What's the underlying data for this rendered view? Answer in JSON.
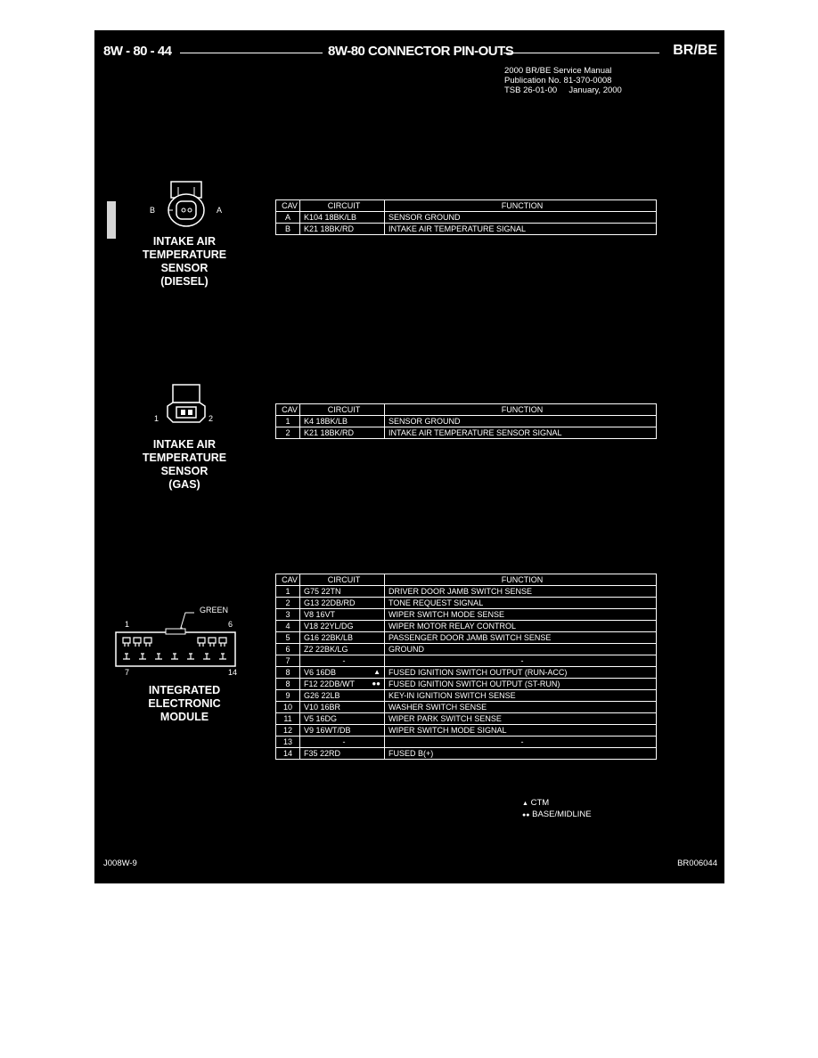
{
  "header": {
    "section": "8W - 80 - 44",
    "title": "8W-80 CONNECTOR PIN-OUTS",
    "model": "BR/BE"
  },
  "publication": [
    "2000 BR/BE Service Manual",
    "Publication No. 81-370-0008",
    "TSB 26-01-00     January, 2000"
  ],
  "connectors": [
    {
      "name_lines": [
        "INTAKE AIR",
        "TEMPERATURE SENSOR",
        "(DIESEL)"
      ],
      "pin_left": "B",
      "pin_right": "A",
      "columns": [
        "CAV",
        "CIRCUIT",
        "FUNCTION"
      ],
      "rows": [
        {
          "cav": "A",
          "circuit": "K104 18BK/LB",
          "marker": "",
          "function": "SENSOR GROUND"
        },
        {
          "cav": "B",
          "circuit": "K21 18BK/RD",
          "marker": "",
          "function": "INTAKE AIR TEMPERATURE SIGNAL"
        }
      ]
    },
    {
      "name_lines": [
        "INTAKE AIR",
        "TEMPERATURE SENSOR",
        "(GAS)"
      ],
      "pin_left": "1",
      "pin_right": "2",
      "columns": [
        "CAV",
        "CIRCUIT",
        "FUNCTION"
      ],
      "rows": [
        {
          "cav": "1",
          "circuit": "K4 18BK/LB",
          "marker": "",
          "function": "SENSOR GROUND"
        },
        {
          "cav": "2",
          "circuit": "K21 18BK/RD",
          "marker": "",
          "function": "INTAKE AIR TEMPERATURE SENSOR SIGNAL"
        }
      ]
    },
    {
      "name_lines": [
        "INTEGRATED",
        "ELECTRONIC",
        "MODULE"
      ],
      "color_label": "GREEN",
      "pin_tl": "1",
      "pin_tr": "6",
      "pin_bl": "7",
      "pin_br": "14",
      "columns": [
        "CAV",
        "CIRCUIT",
        "FUNCTION"
      ],
      "rows": [
        {
          "cav": "1",
          "circuit": "G75 22TN",
          "marker": "",
          "function": "DRIVER DOOR JAMB SWITCH SENSE"
        },
        {
          "cav": "2",
          "circuit": "G13 22DB/RD",
          "marker": "",
          "function": "TONE REQUEST SIGNAL"
        },
        {
          "cav": "3",
          "circuit": "V8 16VT",
          "marker": "",
          "function": "WIPER SWITCH MODE SENSE"
        },
        {
          "cav": "4",
          "circuit": "V18 22YL/DG",
          "marker": "",
          "function": "WIPER MOTOR RELAY CONTROL"
        },
        {
          "cav": "5",
          "circuit": "G16 22BK/LB",
          "marker": "",
          "function": "PASSENGER DOOR JAMB SWITCH SENSE"
        },
        {
          "cav": "6",
          "circuit": "Z2 22BK/LG",
          "marker": "",
          "function": "GROUND"
        },
        {
          "cav": "7",
          "circuit": "-",
          "marker": "",
          "function": "-"
        },
        {
          "cav": "8",
          "circuit": "V6 16DB",
          "marker": "▲",
          "function": "FUSED IGNITION SWITCH OUTPUT (RUN-ACC)"
        },
        {
          "cav": "8",
          "circuit": "F12 22DB/WT",
          "marker": "●●",
          "function": "FUSED IGNITION SWITCH OUTPUT (ST-RUN)"
        },
        {
          "cav": "9",
          "circuit": "G26 22LB",
          "marker": "",
          "function": "KEY-IN IGNITION SWITCH SENSE"
        },
        {
          "cav": "10",
          "circuit": "V10 16BR",
          "marker": "",
          "function": "WASHER SWITCH SENSE"
        },
        {
          "cav": "11",
          "circuit": "V5 16DG",
          "marker": "",
          "function": "WIPER PARK SWITCH SENSE"
        },
        {
          "cav": "12",
          "circuit": "V9 16WT/DB",
          "marker": "",
          "function": "WIPER SWITCH MODE SIGNAL"
        },
        {
          "cav": "13",
          "circuit": "-",
          "marker": "",
          "function": "-"
        },
        {
          "cav": "14",
          "circuit": "F35 22RD",
          "marker": "",
          "function": "FUSED B(+)"
        }
      ]
    }
  ],
  "legend": [
    {
      "symbol": "▲",
      "text": "CTM"
    },
    {
      "symbol": "●●",
      "text": "BASE/MIDLINE"
    }
  ],
  "footer": {
    "left": "J008W-9",
    "right": "BR006044"
  }
}
